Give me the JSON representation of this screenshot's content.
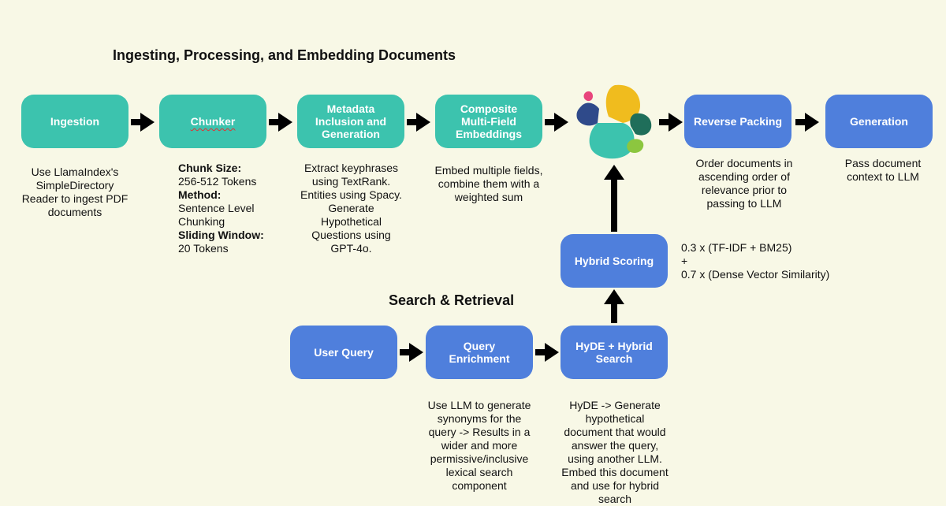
{
  "sections": {
    "ingest_title": "Ingesting, Processing, and Embedding Documents",
    "search_title": "Search & Retrieval"
  },
  "pipeline": {
    "ingestion": {
      "label": "Ingestion",
      "desc": "Use LlamaIndex's\nSimpleDirectory\nReader to ingest PDF\ndocuments"
    },
    "chunker": {
      "label": "Chunker",
      "chunk_size_label": "Chunk Size:",
      "chunk_size_value": "256-512 Tokens",
      "method_label": "Method:",
      "method_value_1": "Sentence Level",
      "method_value_2": "Chunking",
      "window_label": "Sliding Window:",
      "window_value": "20 Tokens"
    },
    "metadata": {
      "label": "Metadata\nInclusion and\nGeneration",
      "desc": "Extract keyphrases\nusing TextRank.\nEntities using Spacy.\nGenerate\nHypothetical\nQuestions using\nGPT-4o."
    },
    "composite": {
      "label": "Composite\nMulti-Field\nEmbeddings",
      "desc": "Embed multiple fields,\ncombine them with a\nweighted sum"
    },
    "reverse_packing": {
      "label": "Reverse Packing",
      "desc": "Order documents in\nascending order of\nrelevance prior to\npassing to LLM"
    },
    "generation": {
      "label": "Generation",
      "desc": "Pass document\ncontext to LLM"
    }
  },
  "search": {
    "hybrid_scoring": {
      "label": "Hybrid Scoring",
      "formula_1": "0.3 x (TF-IDF + BM25)",
      "formula_2": "+",
      "formula_3": "0.7 x (Dense Vector Similarity)"
    },
    "user_query": {
      "label": "User Query"
    },
    "query_enrichment": {
      "label": "Query\nEnrichment",
      "desc": "Use LLM to generate\nsynonyms for the\nquery -> Results in a\nwider and more\npermissive/inclusive\nlexical search\ncomponent"
    },
    "hyde": {
      "label": "HyDE + Hybrid\nSearch",
      "desc": "HyDE -> Generate\nhypothetical\ndocument that would\nanswer the query,\nusing another LLM.\nEmbed this document\nand use for hybrid\nsearch"
    }
  },
  "colors": {
    "background": "#f8f8e6",
    "teal_box": "#3cc3ae",
    "blue_box": "#4f7fdc",
    "arrow": "#000000",
    "logo_yellow": "#f0bc1e",
    "logo_teal": "#3cc3ae",
    "logo_navy": "#2f4a8a",
    "logo_green": "#1f6e5a",
    "logo_lime": "#8cc63f",
    "logo_pink": "#e8457c"
  },
  "icons": {
    "logo": "elastic-logo-icon"
  }
}
